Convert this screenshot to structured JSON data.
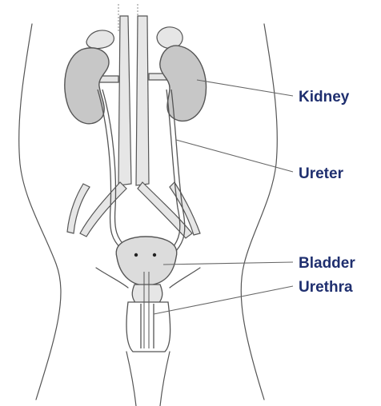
{
  "labels": {
    "kidney": "Kidney",
    "ureter": "Ureter",
    "bladder": "Bladder",
    "urethra": "Urethra"
  },
  "colors": {
    "label_text": "#1f2f6f",
    "organ_fill": "#c7c7c7",
    "organ_light": "#e6e6e6",
    "outline": "#555555",
    "leader_line": "#666666"
  }
}
